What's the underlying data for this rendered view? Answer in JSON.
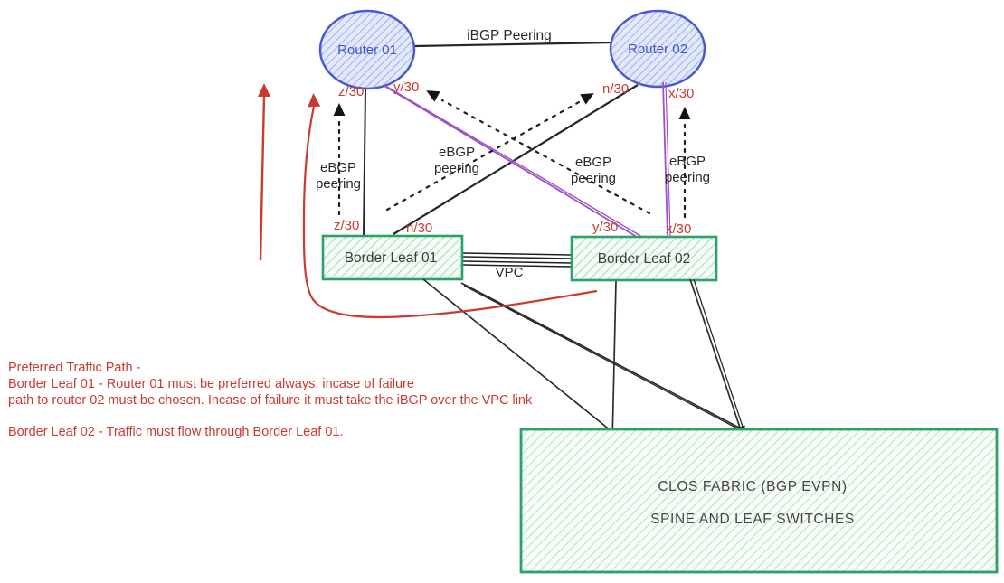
{
  "routers": {
    "router1": "Router 01",
    "router2": "Router 02"
  },
  "links": {
    "ibgp": "iBGP Peering",
    "vpc": "VPC",
    "ebgp": "eBGP peering"
  },
  "border_leafs": {
    "leaf1": "Border Leaf 01",
    "leaf2": "Border Leaf 02"
  },
  "fabric": {
    "title": "CLOS FABRIC (BGP EVPN)",
    "subtitle": "SPINE AND LEAF SWITCHES"
  },
  "ports": {
    "router1_z": "z/30",
    "router1_y": "y/30",
    "router2_n": "n/30",
    "router2_x": "x/30",
    "leaf1_z": "z/30",
    "leaf1_n": "n/30",
    "leaf2_y": "y/30",
    "leaf2_x": "x/30"
  },
  "notes": {
    "heading": "Preferred Traffic Path -",
    "leaf1_line1": "Border Leaf 01 - Router 01 must be preferred always, incase of failure",
    "leaf1_line2": "path to router 02 must be chosen. Incase of failure it must take the iBGP over the VPC link",
    "leaf2_line": "Border Leaf 02 - Traffic must flow through Border Leaf 01."
  },
  "colors": {
    "red": "#cb3a31",
    "purple": "#a050c8",
    "green_stroke": "#2aa269",
    "blue_stroke": "#4a5acf",
    "line_black": "#262626"
  }
}
